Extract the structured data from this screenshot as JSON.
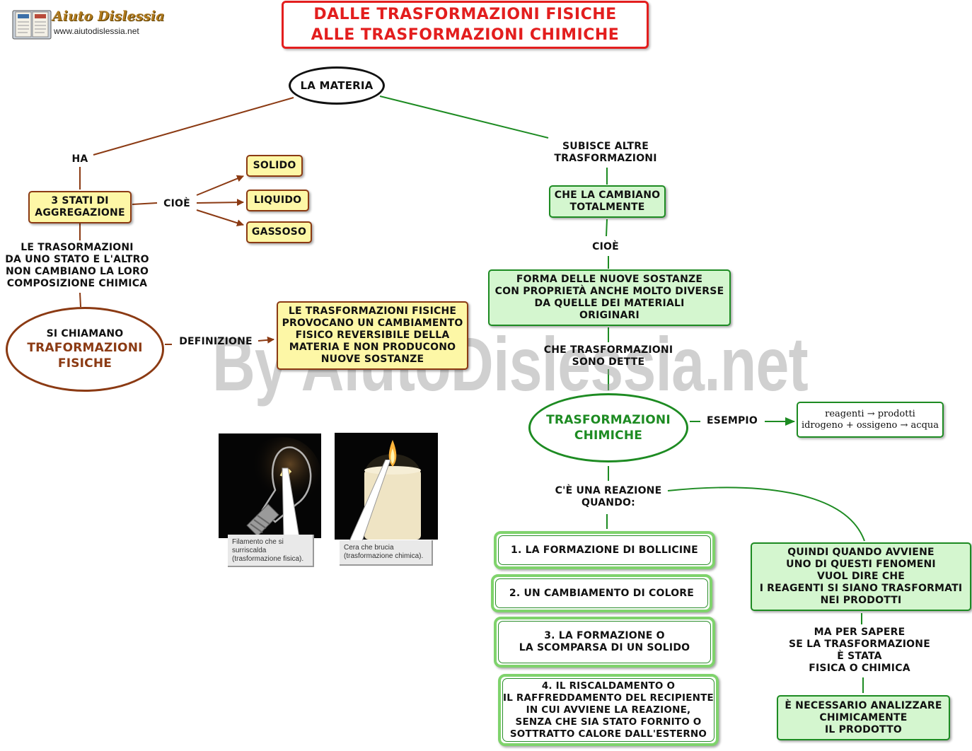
{
  "logo": {
    "name": "Aiuto Dislessia",
    "url": "www.aiutodislessia.net"
  },
  "title": "DALLE TRASFORMAZIONI FISICHE\nALLE TRASFORMAZIONI CHIMICHE",
  "watermark": "By AiutoDislessia.net",
  "nodes": {
    "materia": "LA MATERIA",
    "ha": "HA",
    "stati": "3 STATI DI\nAGGREGAZIONE",
    "cioe1": "CIOÈ",
    "solido": "SOLIDO",
    "liquido": "LIQUIDO",
    "gassoso": "GASSOSO",
    "trasormazioni": "LE TRASORMAZIONI\nDA UNO STATO E L'ALTRO\nNON CAMBIANO LA LORO\nCOMPOSIZIONE CHIMICA",
    "si_chiamano": "SI CHIAMANO",
    "fisiche_oval": "TRAFORMAZIONI\nFISICHE",
    "definizione": "DEFINIZIONE",
    "def_box": "LE TRASFORMAZIONI FISICHE\nPROVOCANO UN CAMBIAMENTO\nFISICO REVERSIBILE DELLA\nMATERIA E NON PRODUCONO\nNUOVE SOSTANZE",
    "subisce": "SUBISCE ALTRE\nTRASFORMAZIONI",
    "cambiano": "CHE LA CAMBIANO\nTOTALMENTE",
    "cioe2": "CIOÈ",
    "forma": "FORMA DELLE NUOVE SOSTANZE\nCON PROPRIETÀ ANCHE MOLTO DIVERSE\nDA QUELLE DEI MATERIALI\nORIGINARI",
    "dette": "CHE TRASFORMAZIONI\nSONO DETTE",
    "chimiche_oval": "TRASFORMAZIONI\nCHIMICHE",
    "esempio": "ESEMPIO",
    "example_line1": "reagenti → prodotti",
    "example_line2": "idrogeno + ossigeno → acqua",
    "reazione": "C'È UNA REAZIONE\nQUANDO:",
    "item1": "1. LA FORMAZIONE DI BOLLICINE",
    "item2": "2. UN CAMBIAMENTO DI COLORE",
    "item3": "3. LA FORMAZIONE O\nLA SCOMPARSA DI UN SOLIDO",
    "item4": "4.  IL RISCALDAMENTO O\nIL RAFFREDDAMENTO DEL RECIPIENTE\nIN CUI AVVIENE LA REAZIONE,\nSENZA CHE SIA STATO FORNITO O\nSOTTRATTO CALORE DALL'ESTERNO",
    "quindi": "QUINDI QUANDO AVVIENE\nUNO DI QUESTI FENOMENI\nVUOL DIRE CHE\nI REAGENTI SI SIANO TRASFORMATI\nNEI PRODOTTI",
    "ma_per": "MA PER SAPERE\nSE LA TRASFORMAZIONE\nÈ STATA\nFISICA O CHIMICA",
    "necessario": "È NECESSARIO ANALIZZARE\nCHIMICAMENTE\nIL PRODOTTO"
  },
  "captions": {
    "bulb": "Filamento che si\nsurriscalda\n(trasformazione fisica).",
    "candle": "Cera che brucia\n(trasformazione chimica)."
  },
  "colors": {
    "brown": "#8b3a13",
    "green": "#1d8b22",
    "red": "#e31e1e"
  }
}
